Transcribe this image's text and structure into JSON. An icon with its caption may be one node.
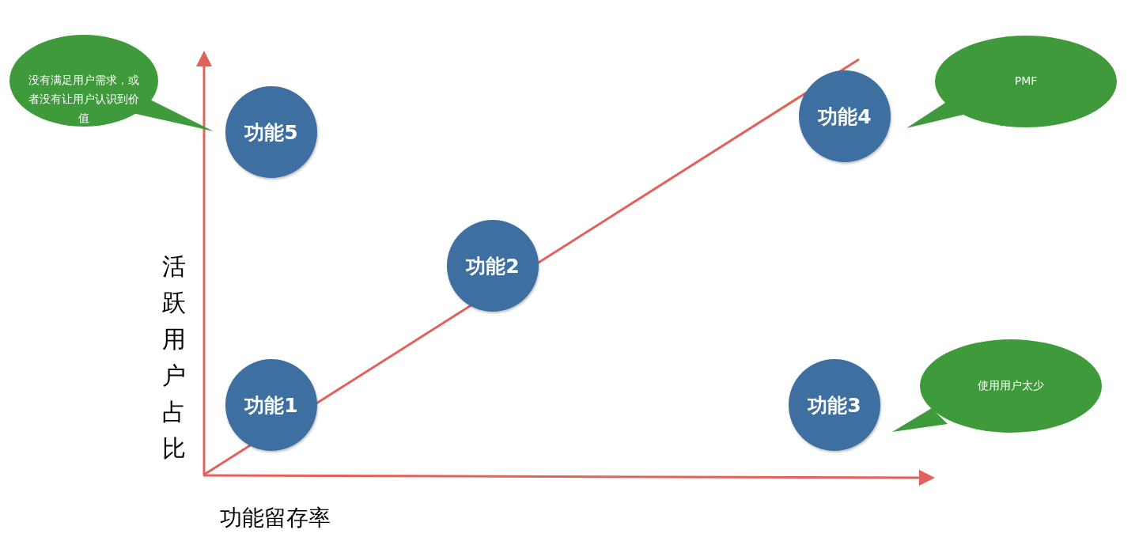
{
  "diagram": {
    "nodes": [
      {
        "text": [
          "没有满足用户需求，或者没有让用户认识到价值"
        ]
      },
      {
        "text": [
          "功能5"
        ]
      },
      {
        "text": [
          "PMF"
        ]
      },
      {
        "text": [
          "功能4"
        ]
      },
      {
        "text": [
          "功能2"
        ]
      },
      {
        "text": [
          "使用用户太少"
        ]
      },
      {
        "text": [
          "功能1"
        ]
      },
      {
        "text": [
          "功能3"
        ]
      }
    ],
    "labels": [
      "活跃用户占比",
      "功能留存率"
    ]
  }
}
